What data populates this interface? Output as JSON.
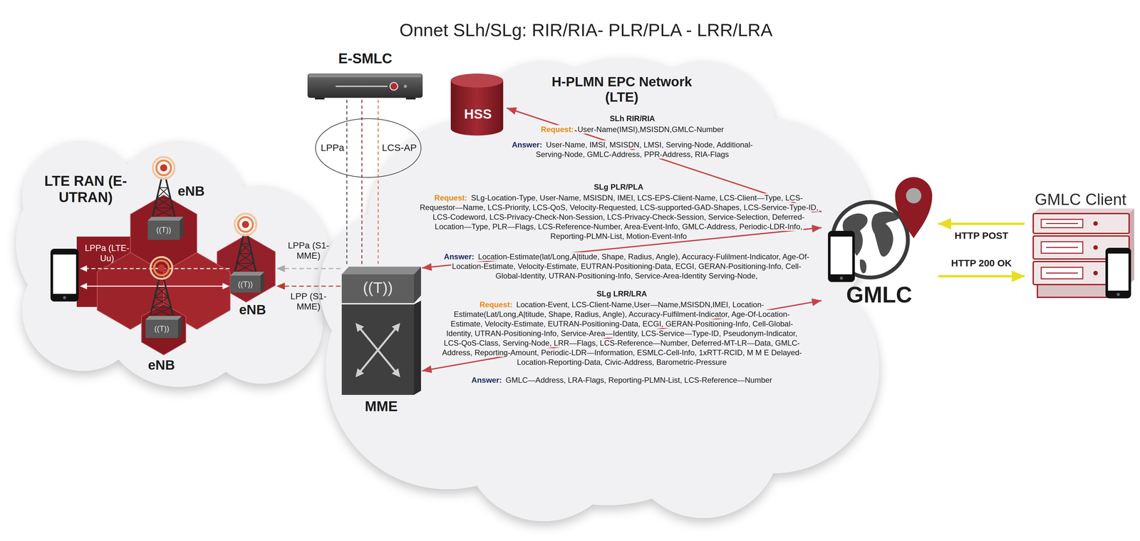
{
  "diagram": {
    "title": "Onnet SLh/SLg: RIR/RIA- PLR/PLA - LRR/LRA",
    "nodes": [
      {
        "text": [
          "LTE RAN (E-UTRAN)"
        ]
      },
      {
        "text": [
          "((T))",
          "eNB"
        ],
        "in": 0
      },
      {
        "text": [
          "((T))",
          "eNB"
        ],
        "in": 0
      },
      {
        "text": [
          "((T))",
          "eNB"
        ],
        "in": 0
      },
      {
        "text": [
          "E-SMLC"
        ]
      },
      {
        "text": [
          "LPPa",
          "LCS-AP"
        ]
      },
      {
        "text": [
          "H-PLMN EPC Network (LTE)"
        ]
      },
      {
        "text": [
          "HSS"
        ],
        "in": 6
      },
      {
        "text": [
          "((T))",
          "MME"
        ],
        "in": 6
      },
      {
        "text": [
          "GMLC"
        ]
      },
      {
        "text": [
          "GMLC Client"
        ]
      }
    ],
    "edges": [
      {
        "from": 7,
        "to": 9,
        "arrow": "both"
      },
      {
        "from": 9,
        "to": 8,
        "arrow": "both"
      },
      {
        "from": 8,
        "to": 9,
        "arrow": "both"
      },
      {
        "from": 4,
        "to": 8,
        "arrow": "none"
      },
      {
        "from": 4,
        "to": 8,
        "arrow": "none"
      },
      {
        "from": 4,
        "to": 8,
        "arrow": "none"
      },
      {
        "from": 8,
        "to": 2,
        "label": "LPPa (S1-MME)",
        "arrow": "to"
      },
      {
        "from": 8,
        "to": 2,
        "label": "LPP (S1-MME)",
        "arrow": "to"
      },
      {
        "from": 10,
        "to": 9,
        "label": "HTTP POST",
        "arrow": "to"
      },
      {
        "from": 9,
        "to": 10,
        "label": "HTTP 200 OK",
        "arrow": "to"
      }
    ],
    "labels": [
      "SLh RIR/RIA",
      "Request:",
      "User-Name(IMSI),MSISDN,GMLC-Number",
      "Answer:",
      "User-Name, IMSI, MSISDN, LMSI, Serving-Node, Additional-Serving-Node, GMLC-Address, PPR-Address, RIA-Flags",
      "SLg PLR/PLA",
      "Request:",
      "SLg-Location-Type, User-Name, MSISDN, IMEI, LCS-EPS-Client-Name, LCS-Client—Type, LCS-Requestor—Name, LCS-Priority, LCS-QoS, Velocity-Requested, LCS-supported-GAD-Shapes, LCS-Service-Type-ID, LCS-Codeword, LCS-Privacy-Check-Non-Session, LCS-Privacy-Check-Session, Service-Selection, Deferred-Location—Type, PLR—Flags, LCS-Reference-Number, Area-Event-Info, GMLC-Address, Periodic-LDR-Info, Reporting-PLMN-List, Motion-Event-Info",
      "Answer:",
      "Location-Estimate(lat/Long,A|titude, Shape, Radius, Angle), Accuracy-Fulilment-Indicator, Age-Of-Location-Estimate, Velocity-Estimate, EUTRAN-Positioning-Data, ECGI, GERAN-Positioning-Info, Cell-Global-Identity, UTRAN-Positioning-Info, Service-Area-Identity Serving-Node,",
      "SLg LRR/LRA",
      "Request:",
      "Location-Event, LCS-Client-Name,User—Name,MSISDN,IMEI, Location-Estimate(Lat/Long,A|titude, Shape, Radius, Angle), Accuracy-Fulfilment-Indicator, Age-Of-Location-Estimate, Velocity-Estimate, EUTRAN-Positioning-Data, ECGI, GERAN-Positioning-Info, Cell-Global-Identity, UTRAN-Positioning-Info, Service-Area—Identity, LCS-Service—Type-ID, Pseudonym-Indicator, LCS-QoS-Class, Serving-Node, LRR—Flags, LCS-Reference—Number, Deferred-MT-LR—Data, GMLC-Address, Reporting-Amount, Periodic-LDR—Information, ESMLC-Cell-Info, 1xRTT-RCID, M M E Delayed-Location-Reporting-Data, Civic-Address, Barometric-Pressure",
      "Answer:",
      "GMLC—Address, LRA-Flags, Reporting-PLMN-List, LCS-Reference—Number",
      "LPPa (LTE-Uu)"
    ]
  }
}
